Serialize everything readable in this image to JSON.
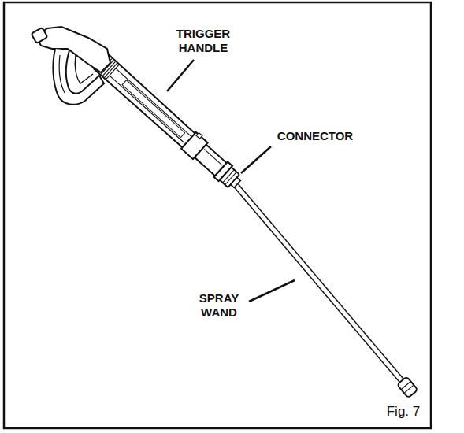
{
  "diagram": {
    "labels": [
      "TRIGGER HANDLE",
      "CONNECTOR",
      "SPRAY WAND",
      "Fig. 7"
    ]
  }
}
